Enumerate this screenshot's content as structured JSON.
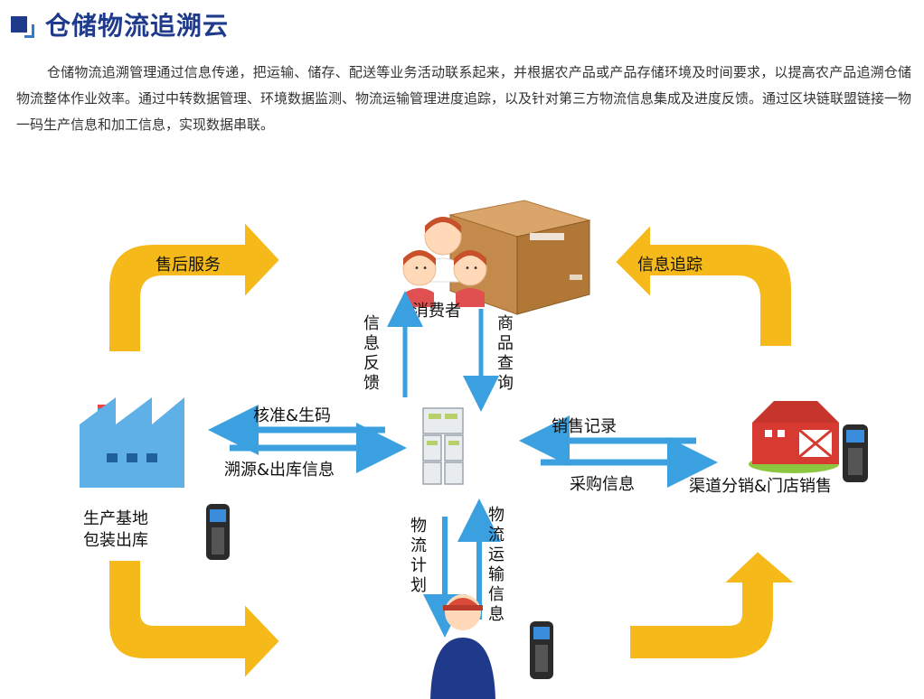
{
  "header": {
    "title": "仓储物流追溯云"
  },
  "intro": {
    "paragraph": "仓储物流追溯管理通过信息传递，把运输、储存、配送等业务活动联系起来，并根据农产品或产品存储环境及时间要求，以提高农产品追溯仓储物流整体作业效率。通过中转数据管理、环境数据监测、物流运输管理进度追踪，以及针对第三方物流信息集成及进度反馈。通过区块链联盟链接一物一码生产信息和加工信息，实现数据串联。"
  },
  "diagram": {
    "after_sales": "售后服务",
    "info_tracking": "信息追踪",
    "consumer": "消费者",
    "info_feedback": [
      "信",
      "息",
      "反",
      "馈"
    ],
    "product_query": [
      "商",
      "品",
      "查",
      "询"
    ],
    "verify_code": "核准&生码",
    "trace_outbound": "溯源&出库信息",
    "sales_record": "销售记录",
    "purchase_info": "采购信息",
    "production_line1": "生产基地",
    "production_line2": "包装出库",
    "channel_sales": "渠道分销&门店销售",
    "logistics_plan": [
      "物",
      "流",
      "计",
      "划"
    ],
    "logistics_transport": [
      "物",
      "流",
      "运",
      "输",
      "信",
      "息"
    ]
  },
  "colors": {
    "title_blue": "#1f3a8a",
    "arrow_blue": "#3aa0e0",
    "curve_yellow": "#f6b91a",
    "curve_outline": "#ffffff"
  },
  "icons": [
    "factory-icon",
    "server-icon",
    "box-icon",
    "consumer-icon",
    "barn-icon",
    "scanner-icon",
    "courier-icon"
  ]
}
